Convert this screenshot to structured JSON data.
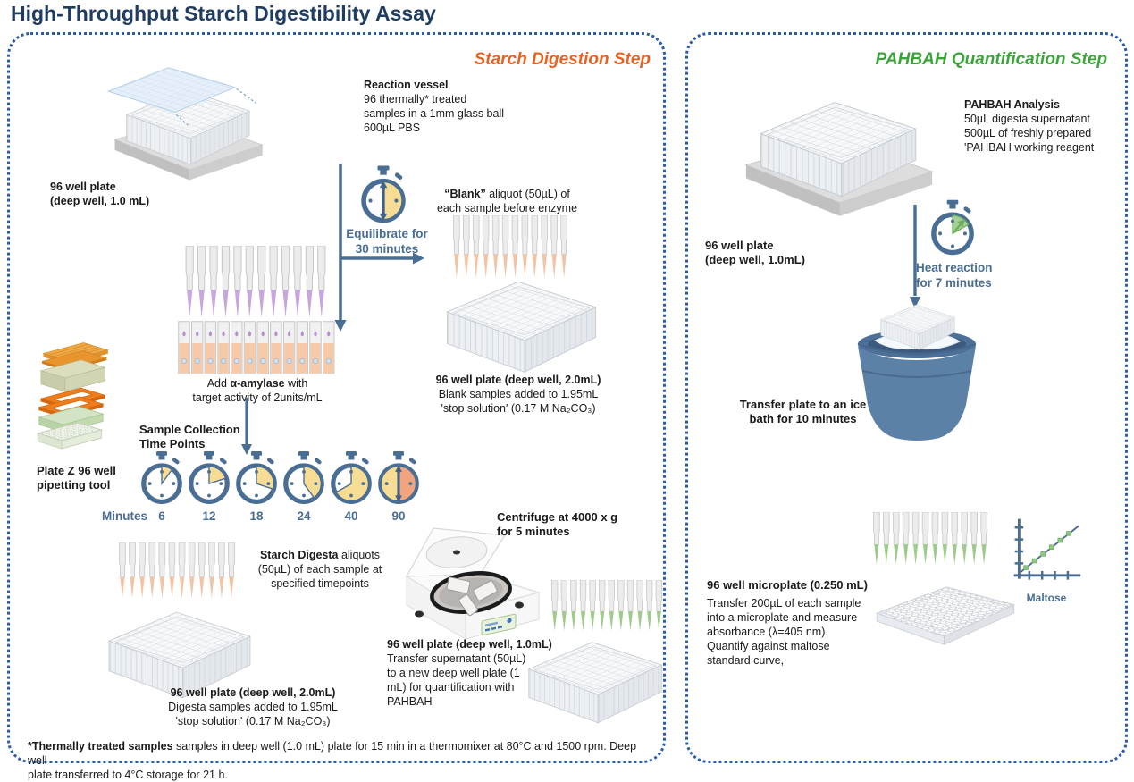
{
  "header": {
    "title": "High-Throughput Starch Digestibility Assay"
  },
  "left_panel": {
    "step_title": "Starch Digestion Step",
    "plate1_label": {
      "line1": "96 well plate",
      "line2": "(deep well, 1.0 mL)"
    },
    "reaction_vessel": {
      "heading": "Reaction vessel",
      "line1": "96 thermally* treated",
      "line2": "samples in a 1mm glass ball",
      "line3": "600µL PBS"
    },
    "equilibrate": {
      "line1": "Equilibrate for",
      "line2": "30 minutes"
    },
    "blank_note": {
      "bold": "“Blank”",
      "rest": " aliquot (50µL) of",
      "line2": "each sample before enzyme"
    },
    "plate2_label": {
      "heading": "96 well plate (deep well, 2.0mL)",
      "line1": "Blank samples added to 1.95mL",
      "line2": "'stop solution' (0.17 M Na₂CO₃)"
    },
    "amylase": {
      "pre": "Add ",
      "bold": "α-amylase",
      "post": " with",
      "line2": "target activity of 2units/mL"
    },
    "platez_label": {
      "line1": "Plate Z 96 well",
      "line2": "pipetting tool"
    },
    "timepoints": {
      "heading1": "Sample Collection",
      "heading2": "Time Points",
      "minutes_label": "Minutes",
      "values": [
        "6",
        "12",
        "18",
        "24",
        "40",
        "90"
      ]
    },
    "digesta_note": {
      "bold": "Starch Digesta",
      "rest": " aliquots",
      "line2": "(50µL) of each sample at",
      "line3": "specified timepoints"
    },
    "plate3_label": {
      "heading": "96 well plate (deep well, 2.0mL)",
      "line1": "Digesta samples added to 1.95mL",
      "line2": "'stop solution' (0.17 M Na₂CO₃)"
    },
    "centrifuge_label": {
      "line1": "Centrifuge at 4000 x g",
      "line2": "for 5 minutes"
    },
    "plate4_label": {
      "heading": "96 well plate (deep well, 1.0mL)",
      "line1": "Transfer supernatant (50µL)",
      "line2": "to a new deep well plate (1",
      "line3": "mL) for quantification with",
      "line4": "PAHBAH"
    },
    "footnote": {
      "bold": "*Thermally treated samples",
      "rest": " samples in deep well (1.0 mL) plate for 15 min in a thermomixer at 80°C and 1500 rpm. Deep well",
      "line2": "plate transferred to  4°C storage for 21 h."
    }
  },
  "right_panel": {
    "step_title": "PAHBAH Quantification Step",
    "plate1_label": {
      "line1": "96 well plate",
      "line2": "(deep well, 1.0mL)"
    },
    "analysis": {
      "heading": "PAHBAH Analysis",
      "line1": "50µL digesta supernatant",
      "line2": "500µL of freshly prepared",
      "line3": "'PAHBAH working reagent"
    },
    "heat": {
      "line1": "Heat reaction",
      "line2": "for 7 minutes"
    },
    "ice_bath": {
      "line1": "Transfer plate to an ice",
      "line2": "bath for 10 minutes"
    },
    "microplate": {
      "heading": "96 well microplate (0.250 mL)",
      "line1": "Transfer 200µL of each sample",
      "line2": "into a microplate and measure",
      "line3": "absorbance (λ=405 nm).",
      "line4": "Quantify against maltose",
      "line5": "standard curve,"
    },
    "curve_label": "Maltose"
  },
  "colors": {
    "accent_orange": "#e8611f",
    "accent_green": "#3aa439",
    "steel_blue": "#4a6e93",
    "border_blue": "#2a5caa"
  }
}
